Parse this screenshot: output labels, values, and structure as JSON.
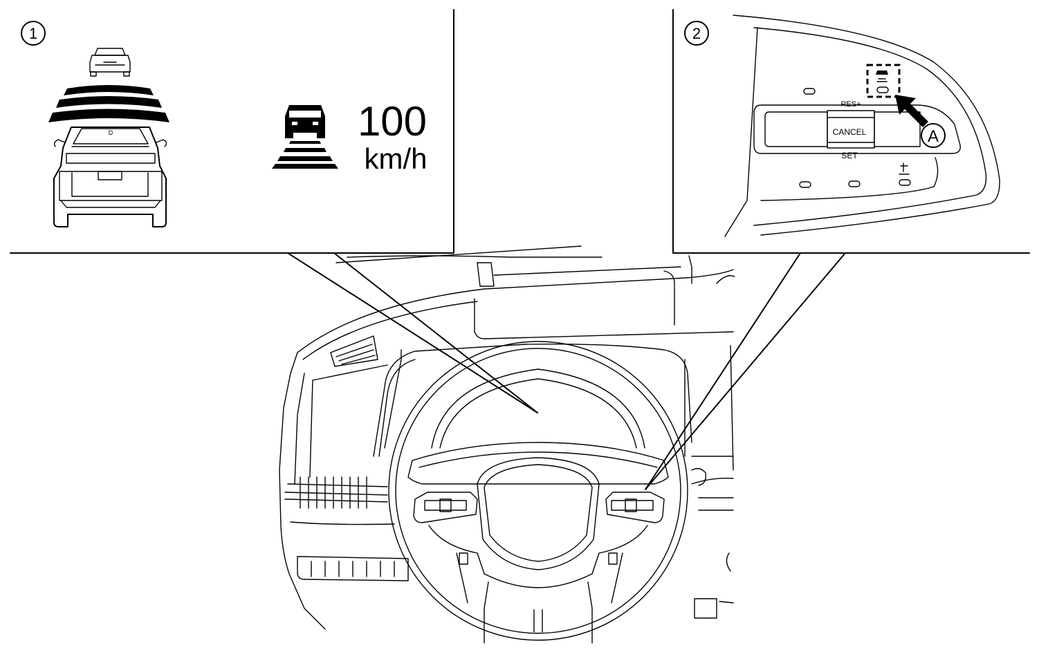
{
  "panel1": {
    "number": "1",
    "speed_value": "100",
    "speed_unit": "km/h"
  },
  "panel2": {
    "number": "2",
    "buttons": {
      "res": "RES+",
      "cancel": "CANCEL",
      "set": "SET"
    },
    "callout": "A"
  },
  "icons": [
    "lead-vehicle-icon",
    "distance-bars-icon",
    "rear-vehicle-icon",
    "cruise-set-icon",
    "intelligent-cruise-button-icon",
    "arrow-icon",
    "steering-wheel-icon",
    "dashboard-icon"
  ]
}
